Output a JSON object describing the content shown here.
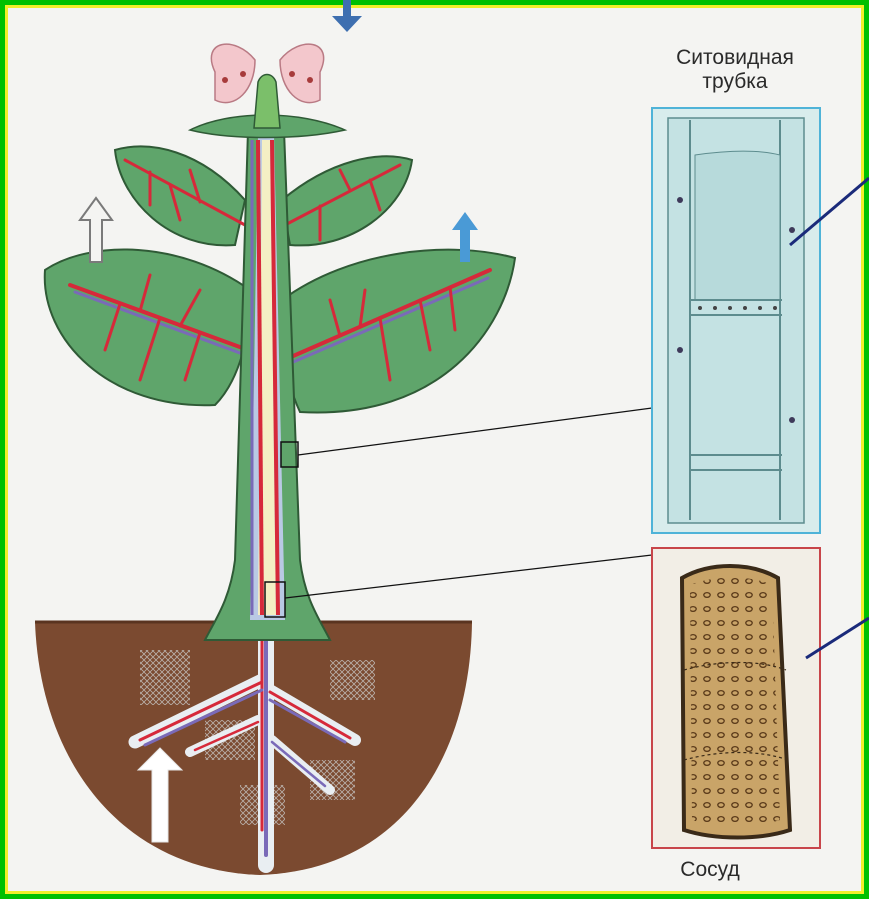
{
  "labels": {
    "sieve_tube_line1": "Ситовидная",
    "sieve_tube_line2": "трубка",
    "vessel": "Сосуд"
  },
  "colors": {
    "outer_border": "#00c000",
    "inner_border": "#f2ef2a",
    "pointer_lines": "#1a2a7a",
    "leaf": "#5fa56b",
    "soil": "#7b4a30",
    "phloem": "#d6293a",
    "xylem": "#7a6ab8",
    "sieve_tube_frame": "#4fb3d8",
    "vessel_frame": "#c8454a"
  },
  "icons": [
    "down-arrow-icon",
    "up-arrow-outline-icon",
    "up-arrow-blue-icon",
    "up-arrow-white-icon"
  ]
}
